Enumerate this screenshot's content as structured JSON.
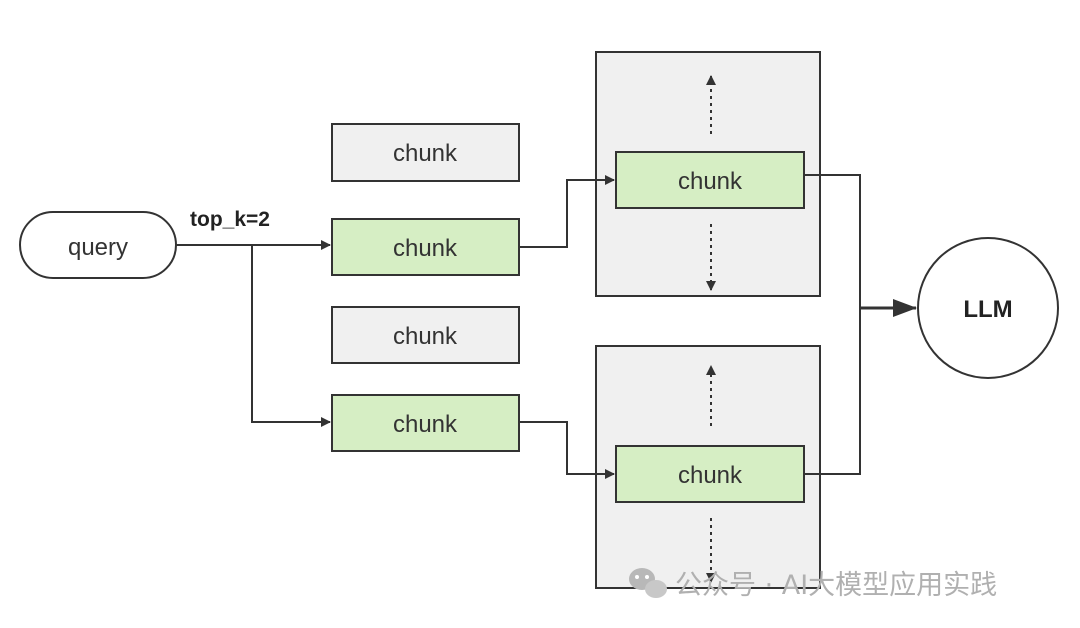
{
  "nodes": {
    "query": "query",
    "top_k": "top_k=2",
    "chunk_1": "chunk",
    "chunk_2": "chunk",
    "chunk_3": "chunk",
    "chunk_4": "chunk",
    "context_chunk_top": "chunk",
    "context_chunk_bottom": "chunk",
    "llm": "LLM"
  },
  "watermark": "公众号 · AI大模型应用实践",
  "colors": {
    "retrieved_chunk_fill": "#d6eec4",
    "chunk_fill": "#f0f0f0",
    "context_window_fill": "#f0f0f0",
    "stroke": "#333333"
  }
}
